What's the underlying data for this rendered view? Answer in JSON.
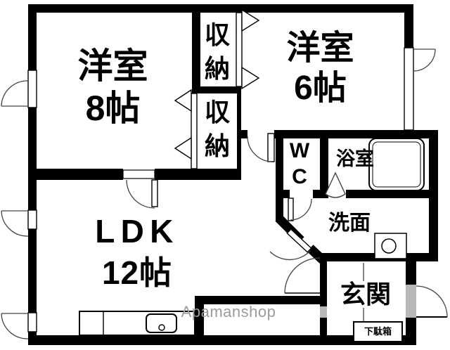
{
  "floorplan": {
    "title": "1LDK apartment floor plan",
    "watermark": "Apamanshop",
    "colors": {
      "wall": "#000000",
      "floor": "#ffffff",
      "opening_gray": "#b9b9b9",
      "watermark_gray": "#9b9b9b"
    },
    "rooms": {
      "western_room_8": {
        "name": "洋室",
        "size": "8帖"
      },
      "western_room_6": {
        "name": "洋室",
        "size": "6帖"
      },
      "ldk": {
        "name": "LDK",
        "size": "12帖"
      },
      "storage_upper": {
        "name": "収納"
      },
      "storage_lower": {
        "name": "収納"
      },
      "wc": {
        "name": "WC"
      },
      "bathroom": {
        "name": "浴室"
      },
      "washroom": {
        "name": "洗面"
      },
      "entrance": {
        "name": "玄関"
      },
      "shoe_cabinet": {
        "name": "下駄箱"
      }
    },
    "fixtures": {
      "bathtub": "bathtub",
      "washer_pan": "washing-machine-pan",
      "kitchen_counter": "kitchen-counter-with-sink"
    }
  }
}
